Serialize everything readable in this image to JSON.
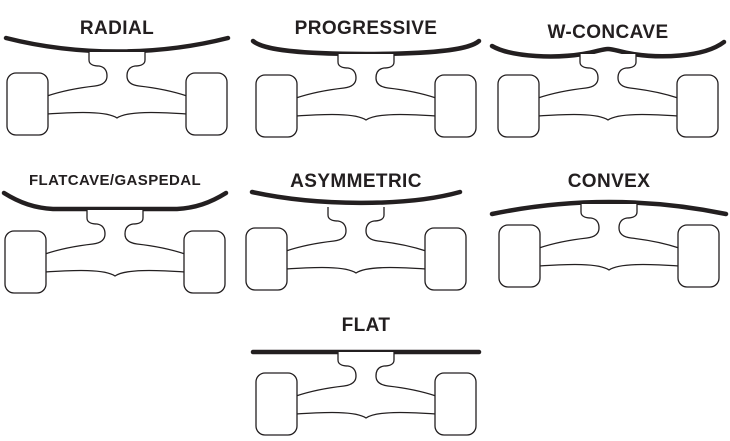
{
  "diagram": {
    "colors": {
      "ink": "#231f20",
      "background": "#ffffff"
    },
    "shapes": [
      {
        "label": "RADIAL",
        "deck_profile": "radial"
      },
      {
        "label": "PROGRESSIVE",
        "deck_profile": "progressive"
      },
      {
        "label": "W-CONCAVE",
        "deck_profile": "w-concave"
      },
      {
        "label": "FLATCAVE/GASPEDAL",
        "deck_profile": "flatcave"
      },
      {
        "label": "ASYMMETRIC",
        "deck_profile": "asymmetric"
      },
      {
        "label": "CONVEX",
        "deck_profile": "convex"
      },
      {
        "label": "FLAT",
        "deck_profile": "flat"
      }
    ]
  }
}
